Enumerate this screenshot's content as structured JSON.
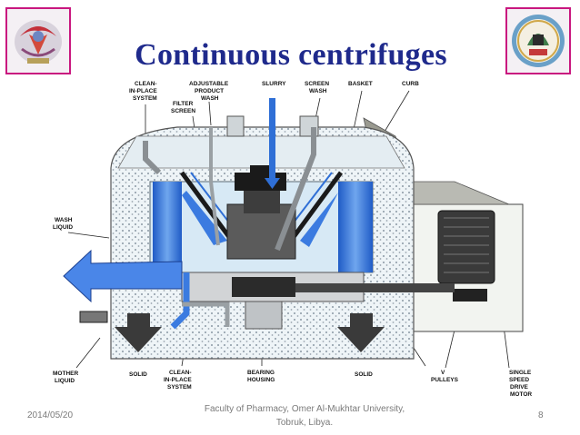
{
  "title": "Continuous centrifuges",
  "labels": {
    "cip_top_1": "CLEAN-",
    "cip_top_2": "IN-PLACE",
    "cip_top_3": "SYSTEM",
    "adj_1": "ADJUSTABLE",
    "adj_2": "PRODUCT",
    "adj_3": "WASH",
    "filter_1": "FILTER",
    "filter_2": "SCREEN",
    "slurry": "SLURRY",
    "screen_1": "SCREEN",
    "screen_2": "WASH",
    "basket": "BASKET",
    "curb": "CURB",
    "wash_1": "WASH",
    "wash_2": "LIQUID",
    "mother_1": "MOTHER",
    "mother_2": "LIQUID",
    "solid_left": "SOLID",
    "cip_bot_1": "CLEAN-",
    "cip_bot_2": "IN-PLACE",
    "cip_bot_3": "SYSTEM",
    "bearing_1": "BEARING",
    "bearing_2": "HOUSING",
    "solid_right": "SOLID",
    "v_1": "V",
    "v_2": "PULLEYS",
    "motor_1": "SINGLE",
    "motor_2": "SPEED",
    "motor_3": "DRIVE",
    "motor_4": "MOTOR"
  },
  "footer": {
    "date": "2014/05/20",
    "line1": "Faculty of Pharmacy, Omer Al-Mukhtar University,",
    "line2": "Tobruk, Libya.",
    "page": "8"
  },
  "colors": {
    "title": "#1f2a8c",
    "logo_border": "#c9177f",
    "liquid_blue": "#2f6fd6",
    "housing_light": "#dfeef5"
  }
}
